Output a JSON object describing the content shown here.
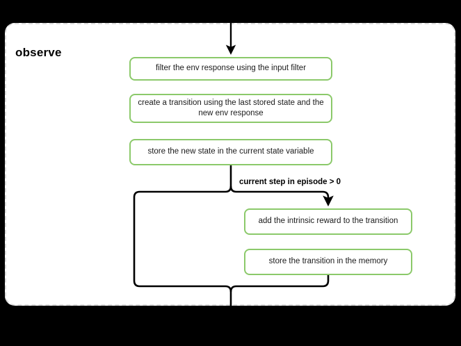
{
  "diagram": {
    "background_color": "#000000",
    "container": {
      "title": "observe",
      "border_color": "#dcdcdc",
      "border_style": "dashed",
      "fill_color": "#ffffff"
    },
    "node_accent_color": "#8bc96a",
    "edge_color": "#000000",
    "nodes": [
      {
        "id": "filter-env",
        "label": "filter the env response using the input filter"
      },
      {
        "id": "create-trans",
        "label": "create a transition using the last stored state and the new env response"
      },
      {
        "id": "store-state",
        "label": "store the new state in the current state variable"
      },
      {
        "id": "add-reward",
        "label": "add the intrinsic reward to the transition"
      },
      {
        "id": "store-memory",
        "label": "store the transition in the memory"
      }
    ],
    "edge_labels": [
      {
        "id": "branch-condition",
        "label": "current step in episode > 0"
      }
    ]
  }
}
